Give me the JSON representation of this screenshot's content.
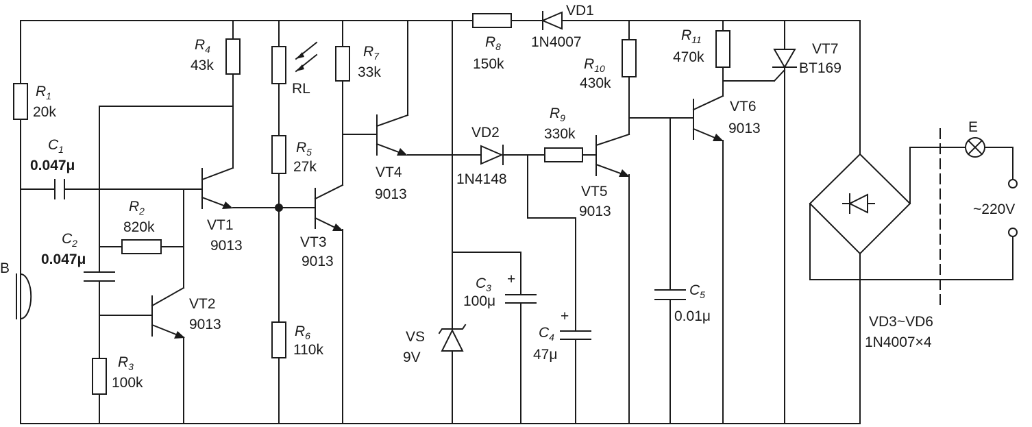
{
  "components": {
    "R1": {
      "letter": "R",
      "sub": "1",
      "value": "20k"
    },
    "R2": {
      "letter": "R",
      "sub": "2",
      "value": "820k"
    },
    "R3": {
      "letter": "R",
      "sub": "3",
      "value": "100k"
    },
    "R4": {
      "letter": "R",
      "sub": "4",
      "value": "43k"
    },
    "R5": {
      "letter": "R",
      "sub": "5",
      "value": "27k"
    },
    "R6": {
      "letter": "R",
      "sub": "6",
      "value": "110k"
    },
    "R7": {
      "letter": "R",
      "sub": "7",
      "value": "33k"
    },
    "R8": {
      "letter": "R",
      "sub": "8",
      "value": "150k"
    },
    "R9": {
      "letter": "R",
      "sub": "9",
      "value": "330k"
    },
    "R10": {
      "letter": "R",
      "sub": "10",
      "value": "430k"
    },
    "R11": {
      "letter": "R",
      "sub": "11",
      "value": "470k"
    },
    "C1": {
      "letter": "C",
      "sub": "1",
      "value": "0.047μ"
    },
    "C2": {
      "letter": "C",
      "sub": "2",
      "value": "0.047μ"
    },
    "C3": {
      "letter": "C",
      "sub": "3",
      "value": "100μ",
      "polarity": "+"
    },
    "C4": {
      "letter": "C",
      "sub": "4",
      "value": "47μ",
      "polarity": "+"
    },
    "C5": {
      "letter": "C",
      "sub": "5",
      "value": "0.01μ"
    },
    "RL": {
      "name": "RL"
    },
    "B": {
      "name": "B"
    },
    "VT1": {
      "name": "VT1",
      "value": "9013"
    },
    "VT2": {
      "name": "VT2",
      "value": "9013"
    },
    "VT3": {
      "name": "VT3",
      "value": "9013"
    },
    "VT4": {
      "name": "VT4",
      "value": "9013"
    },
    "VT5": {
      "name": "VT5",
      "value": "9013"
    },
    "VT6": {
      "name": "VT6",
      "value": "9013"
    },
    "VT7": {
      "name": "VT7",
      "value": "BT169"
    },
    "VD1": {
      "name": "VD1",
      "value": "1N4007"
    },
    "VD2": {
      "name": "VD2",
      "value": "1N4148"
    },
    "VS": {
      "name": "VS",
      "value": "9V"
    },
    "E": {
      "name": "E"
    },
    "mains": {
      "value": "~220V"
    },
    "bridge": {
      "name": "VD3~VD6",
      "value": "1N4007×4"
    }
  }
}
